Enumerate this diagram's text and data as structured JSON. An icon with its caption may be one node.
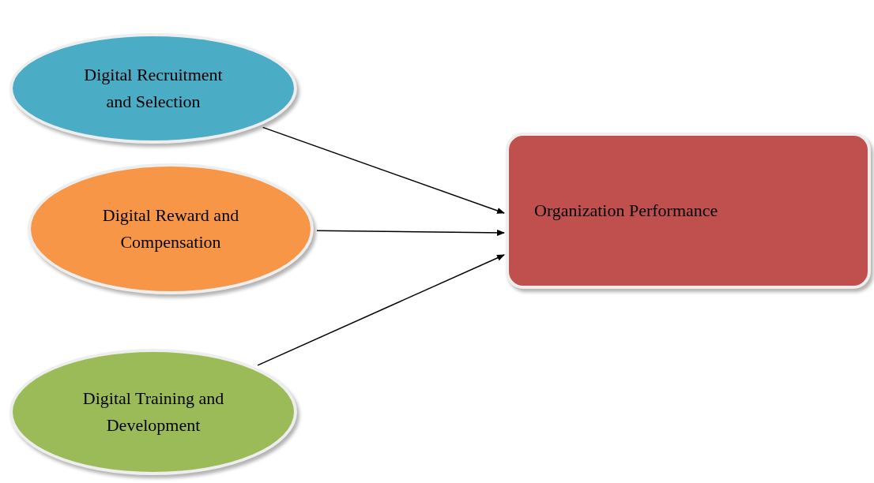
{
  "diagram": {
    "nodes": [
      {
        "text": [
          "Digital Recruitment and Selection"
        ]
      },
      {
        "text": [
          "Digital Reward and Compensation"
        ]
      },
      {
        "text": [
          "Digital Training and Development"
        ]
      },
      {
        "text": [
          "Organization Performance"
        ]
      }
    ],
    "edges": [
      {
        "from": 0,
        "to": 3,
        "arrow": "to"
      },
      {
        "from": 1,
        "to": 3,
        "arrow": "to"
      },
      {
        "from": 2,
        "to": 3,
        "arrow": "to"
      }
    ]
  }
}
